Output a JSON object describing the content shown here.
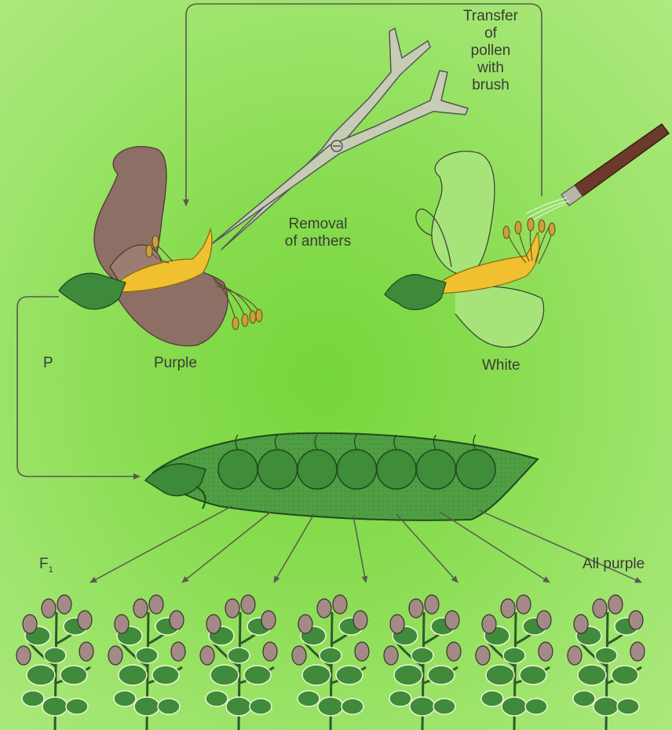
{
  "labels": {
    "transfer": [
      "Transfer",
      "of",
      "pollen",
      "with",
      "brush"
    ],
    "removal": [
      "Removal",
      "of anthers"
    ],
    "p": "P",
    "purple": "Purple",
    "white": "White",
    "f1": "F",
    "f1_subscript": "1",
    "all_purple": "All purple"
  },
  "colors": {
    "petal_purple": "#8e6f66",
    "anther": "#c8a040",
    "pistil": "#f0c030",
    "sepal": "#3d8a3a",
    "pod": "#4f9e43",
    "pea": "#3f8c39",
    "leaf": "#3f8b3b",
    "arrow": "#5a5a50",
    "brush_handle": "#6b3a2a",
    "bud": "#a38a86"
  },
  "icons": [
    "scissors-icon",
    "brush-icon",
    "purple-flower-icon",
    "white-flower-icon",
    "pea-pod-icon",
    "pea-plant-icon"
  ],
  "f1_plant_count": 7,
  "pod_pea_count": 7
}
